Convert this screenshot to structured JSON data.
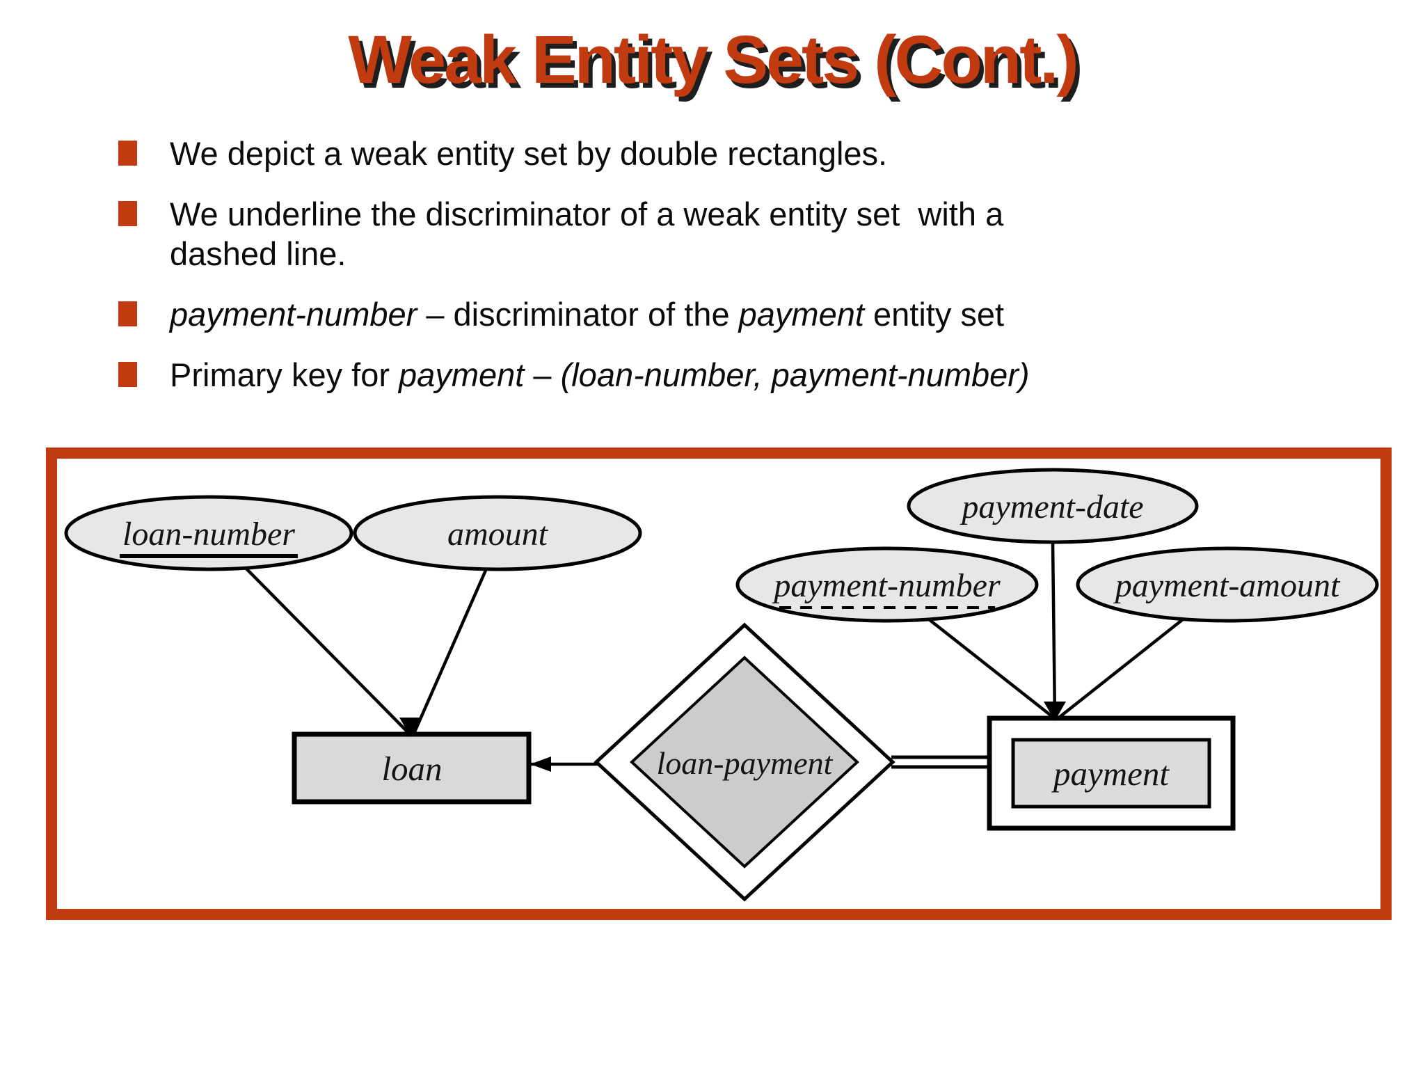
{
  "slide": {
    "title": "Weak Entity Sets (Cont.)",
    "accent_color": "#c23a10",
    "title_shadow_color": "#1e1e1e"
  },
  "bullets": [
    {
      "lines": [
        [
          {
            "t": "We depict a weak entity set by double rectangles.",
            "i": false
          }
        ]
      ]
    },
    {
      "lines": [
        [
          {
            "t": "We underline the discriminator of a weak entity set  with a",
            "i": false
          }
        ],
        [
          {
            "t": "dashed line.",
            "i": false
          }
        ]
      ]
    },
    {
      "lines": [
        [
          {
            "t": "payment-number",
            "i": true
          },
          {
            "t": " – discriminator of the ",
            "i": false
          },
          {
            "t": "payment",
            "i": true
          },
          {
            "t": " entity set",
            "i": false
          }
        ]
      ]
    },
    {
      "lines": [
        [
          {
            "t": "Primary key for ",
            "i": false
          },
          {
            "t": "payment",
            "i": true
          },
          {
            "t": " – ",
            "i": false
          },
          {
            "t": "(loan-number, payment-number)",
            "i": true
          }
        ]
      ]
    }
  ],
  "diagram": {
    "frame_color": "#c23a10",
    "labels": {
      "loan_number": "loan-number",
      "amount": "amount",
      "payment_date": "payment-date",
      "payment_number": "payment-number",
      "payment_amount": "payment-amount",
      "loan": "loan",
      "loan_payment": "loan-payment",
      "payment": "payment"
    },
    "colors": {
      "attribute_fill": "#e7e7e7",
      "entity_fill": "#d9d9d9",
      "weak_entity_inner_fill": "#dcdcdc",
      "relationship_fill": "#cccccc",
      "line_color": "#000000"
    }
  }
}
